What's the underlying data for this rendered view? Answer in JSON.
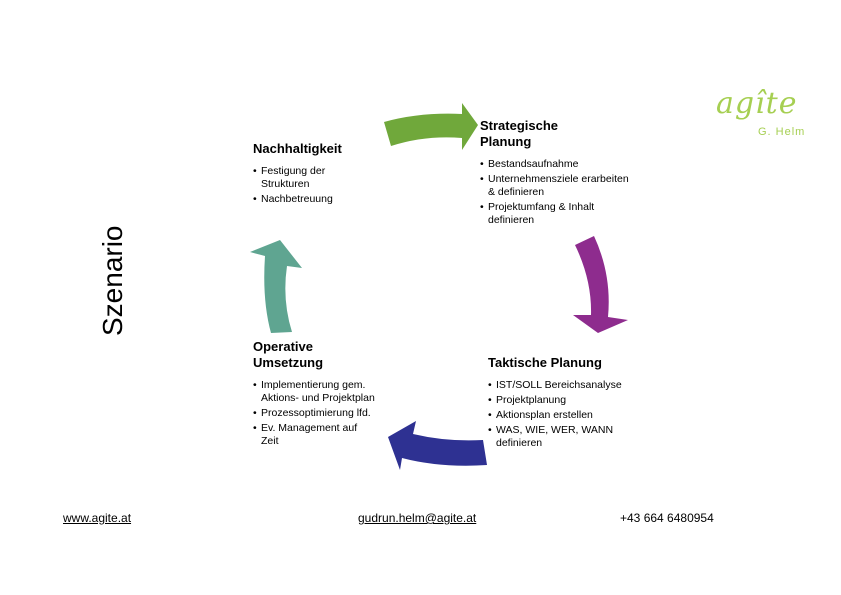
{
  "title": "Szenario",
  "colors": {
    "green": "#70a83b",
    "purple": "#8e2c8e",
    "blue": "#2e3192",
    "teal": "#5fa591",
    "logo": "#a6cf52"
  },
  "logo": {
    "main": "agîte",
    "sub": "G. Helm"
  },
  "stages": [
    {
      "title": "Strategische Planung",
      "items": [
        "Bestandsaufnahme",
        "Unternehmensziele erarbeiten & definieren",
        "Projektumfang & Inhalt definieren"
      ]
    },
    {
      "title": "Taktische Planung",
      "items": [
        "IST/SOLL Bereichsanalyse",
        "Projektplanung",
        "Aktionsplan erstellen",
        "WAS, WIE, WER, WANN definieren"
      ]
    },
    {
      "title": "Operative Umsetzung",
      "items": [
        "Implementierung gem. Aktions- und Projektplan",
        "Prozessoptimierung lfd.",
        "Ev. Management auf Zeit"
      ]
    },
    {
      "title": "Nachhaltigkeit",
      "items": [
        "Festigung der Strukturen",
        "Nachbetreuung"
      ]
    }
  ],
  "footer": {
    "website": "www.agite.at",
    "email": "gudrun.helm@agite.at",
    "phone": "+43 664 6480954"
  }
}
